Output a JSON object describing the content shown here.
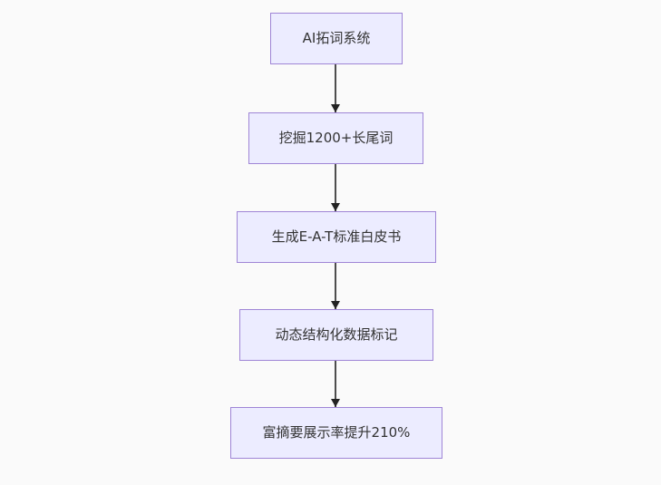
{
  "diagram": {
    "type": "flowchart",
    "direction": "top-down",
    "nodes": [
      {
        "id": "A",
        "label": "AI拓词系统"
      },
      {
        "id": "B",
        "label": "挖掘1200+长尾词"
      },
      {
        "id": "C",
        "label": "生成E-A-T标准白皮书"
      },
      {
        "id": "D",
        "label": "动态结构化数据标记"
      },
      {
        "id": "E",
        "label": "富摘要展示率提升210%"
      }
    ],
    "edges": [
      {
        "from": "A",
        "to": "B"
      },
      {
        "from": "B",
        "to": "C"
      },
      {
        "from": "C",
        "to": "D"
      },
      {
        "from": "D",
        "to": "E"
      }
    ],
    "colors": {
      "background": "#fafafa",
      "node_fill": "#ECECFF",
      "node_border": "#9f85d6",
      "text": "#333333",
      "arrow": "#4d4d4d",
      "arrowhead": "#222222"
    }
  }
}
